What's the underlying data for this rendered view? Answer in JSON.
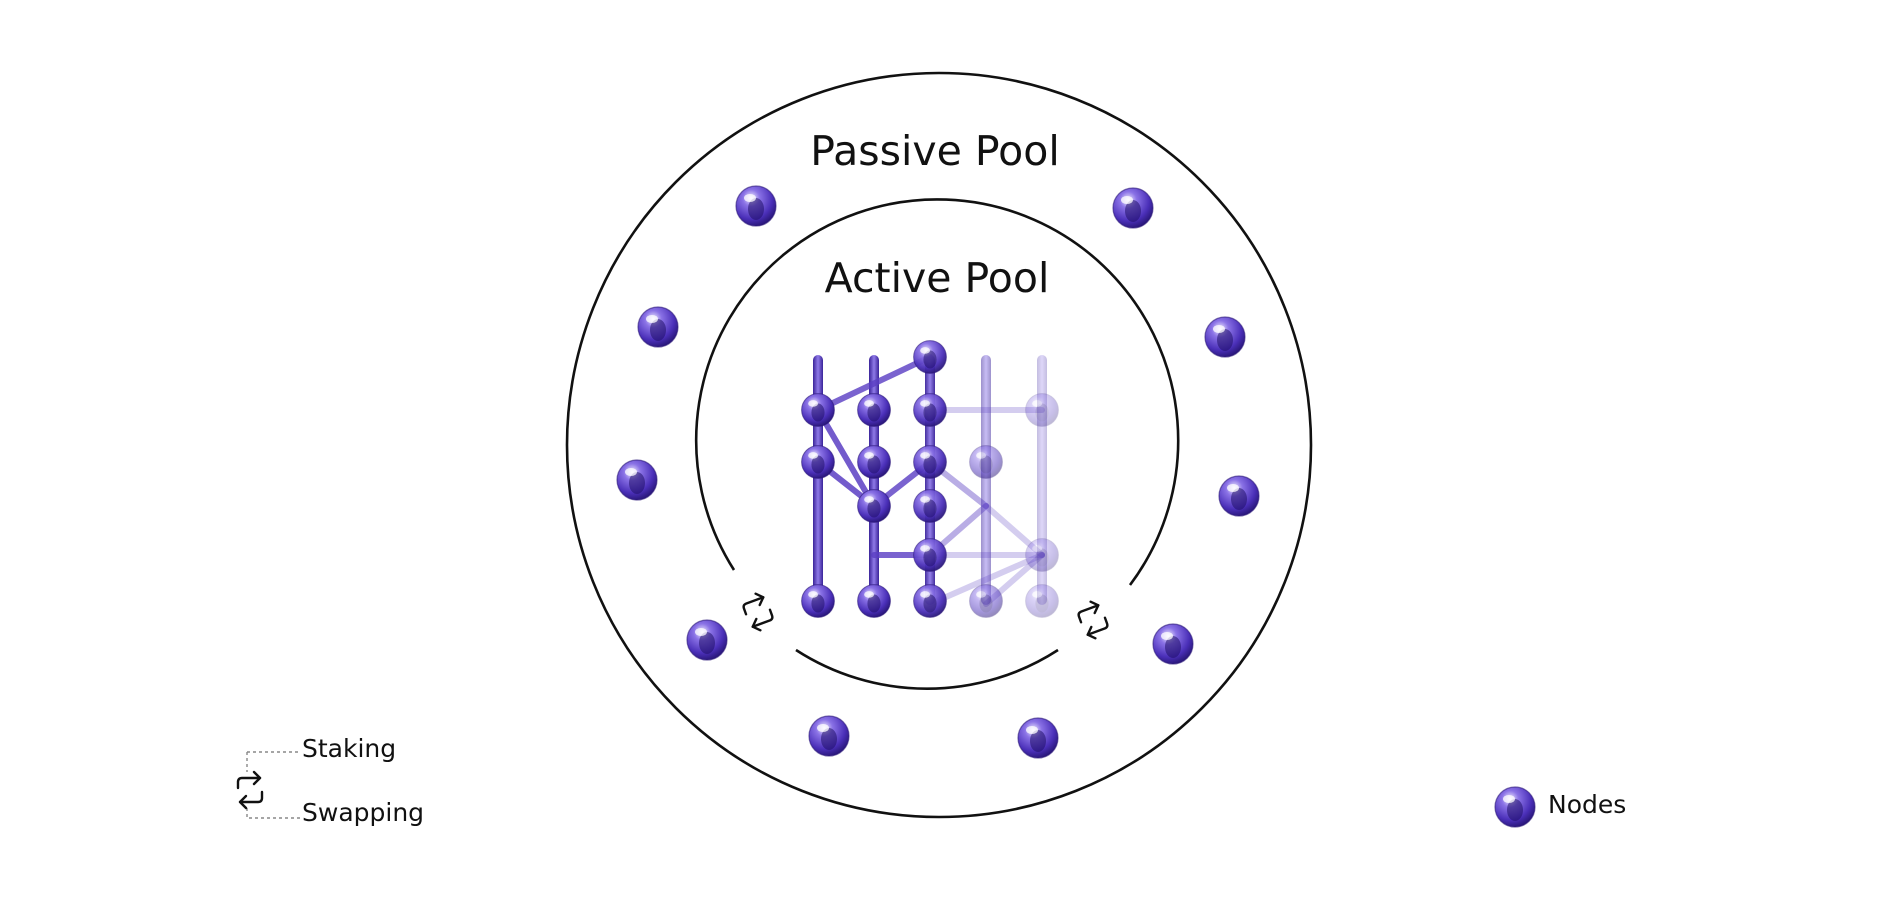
{
  "passive_pool": {
    "title": "Passive Pool",
    "node_count": 10
  },
  "active_pool": {
    "title": "Active Pool",
    "lanes": [
      {
        "nodes": [
          1,
          2,
          5
        ],
        "opacity": 1.0
      },
      {
        "nodes": [
          1,
          2,
          3
        ],
        "opacity": 1.0
      },
      {
        "nodes": [
          0,
          1,
          2,
          3,
          4
        ],
        "opacity": 0.95
      },
      {
        "nodes": [
          2,
          5
        ],
        "opacity": 0.5
      },
      {
        "nodes": [
          1,
          4,
          5
        ],
        "opacity": 0.3
      }
    ]
  },
  "legend": {
    "staking_label": "Staking",
    "swapping_label": "Swapping",
    "nodes_label": "Nodes"
  },
  "colors": {
    "node": "#5B3FC4",
    "node_dark": "#2E1A84",
    "node_light": "#C9BDF5",
    "stroke": "#111111"
  }
}
